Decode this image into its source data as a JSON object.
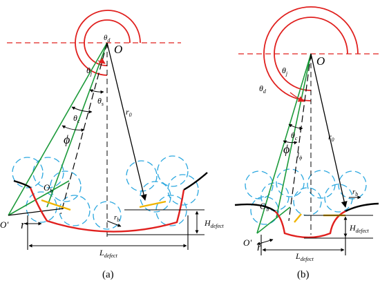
{
  "colors": {
    "red": "#e0201e",
    "blue": "#2aa7df",
    "green": "#1c9a3a",
    "orange": "#f0b400",
    "black": "#000000"
  },
  "panel_a": {
    "caption": "(a)",
    "labels": {
      "center": "O",
      "theta_d": "θ",
      "theta_d_sub": "d",
      "theta_j": "θ",
      "theta_j_sub": "j",
      "theta_s": "θ",
      "theta_s_sub": "s",
      "theta_c": "θ",
      "theta_c_sub": "c",
      "phi": "ϕ",
      "r0": "r",
      "r0_sub": "0",
      "ob": "O",
      "ob_sub": "b",
      "oprime": "O'",
      "r": "r",
      "rb": "r",
      "rb_sub": "b",
      "h_defect": "H",
      "h_defect_sub": "defect",
      "l_defect": "L",
      "l_defect_sub": "defect"
    }
  },
  "panel_b": {
    "caption": "(b)",
    "labels": {
      "center": "O",
      "theta_j": "θ",
      "theta_j_sub": "j",
      "theta_d": "θ",
      "theta_d_sub": "d",
      "theta_c": "θ",
      "theta_c_sub": "c",
      "phi": "ϕ",
      "l_phi": "l",
      "l_phi_sub": "ϕ",
      "r0": "r",
      "r0_sub": "0",
      "rb": "r",
      "rb_sub": "b",
      "ob": "O",
      "ob_sub": "b",
      "oprime": "O'",
      "r": "r",
      "h_defect": "H",
      "h_defect_sub": "defect",
      "l_defect": "L",
      "l_defect_sub": "defect"
    }
  }
}
